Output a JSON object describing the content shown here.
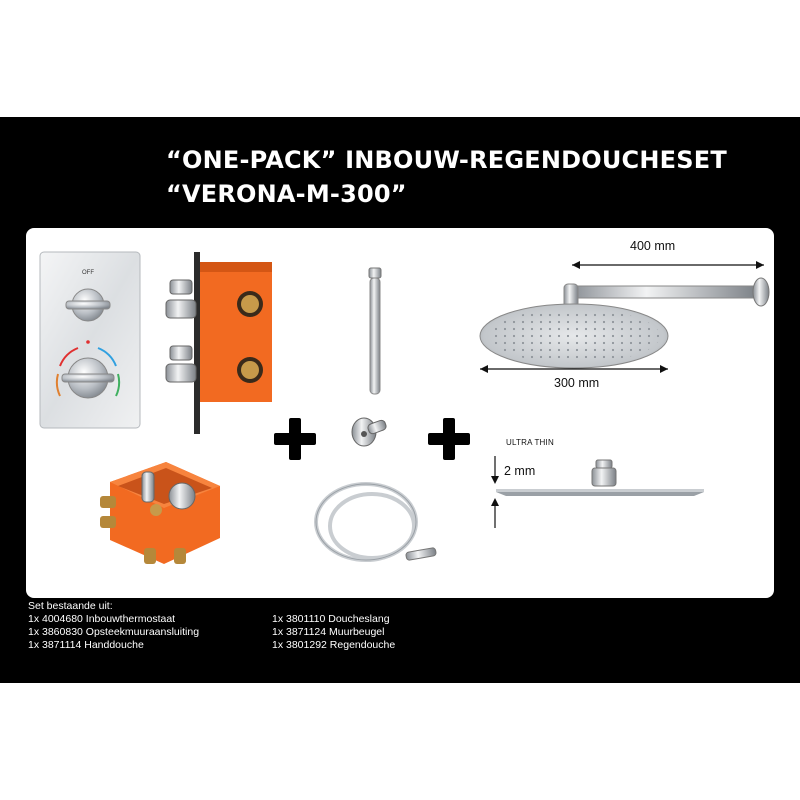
{
  "title": {
    "line1": "“ONE-PACK” INBOUW-REGENDOUCHESET",
    "line2": "“VERONA-M-300”"
  },
  "dimensions": {
    "arm_length": "400 mm",
    "head_diameter": "300 mm",
    "thickness_label": "ULTRA THIN",
    "thickness": "2 mm"
  },
  "thermostat_labels": {
    "off": "OFF"
  },
  "parts": {
    "heading": "Set bestaande uit:",
    "left": [
      "1x 4004680 Inbouwthermostaat",
      "1x 3860830 Opsteekmuuraansluiting",
      "1x 3871114 Handdouche"
    ],
    "right": [
      "1x 3801110 Doucheslang",
      "1x 3871124 Muurbeugel",
      "1x 3801292 Regendouche"
    ]
  },
  "colors": {
    "background_band": "#000000",
    "panel": "#ffffff",
    "box_orange": "#f26a21",
    "chrome": "#c8ccd0"
  }
}
